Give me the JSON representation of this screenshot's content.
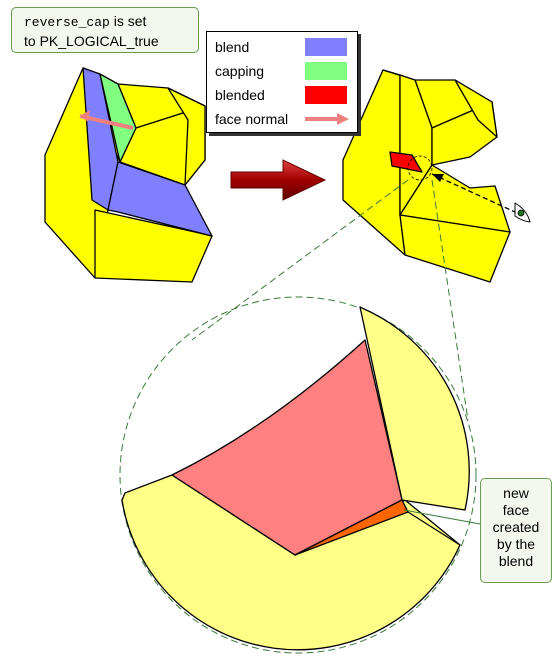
{
  "callout_top": {
    "code": "reverse_cap",
    "text_line1": "is set",
    "text_line2": "to PK_LOGICAL_true"
  },
  "legend": [
    {
      "label": "blend",
      "color": "#8080ff",
      "kind": "swatch"
    },
    {
      "label": "capping",
      "color": "#80ff80",
      "kind": "swatch"
    },
    {
      "label": "blended",
      "color": "#ff0000",
      "kind": "swatch"
    },
    {
      "label": "face normal",
      "color": "#f08080",
      "kind": "arrow"
    }
  ],
  "callout_new": {
    "lines": [
      "new",
      "face",
      "created",
      "by the",
      "blend"
    ]
  },
  "colors": {
    "face": "#ffff00",
    "pale_face": "#ffff88",
    "blend": "#8080ff",
    "capping": "#80ff80",
    "blended": "#ff0000",
    "blended_pale": "#ff8080",
    "new_face": "#ff6600",
    "arrow": "#c00000",
    "guide": "#3a7a3a"
  }
}
